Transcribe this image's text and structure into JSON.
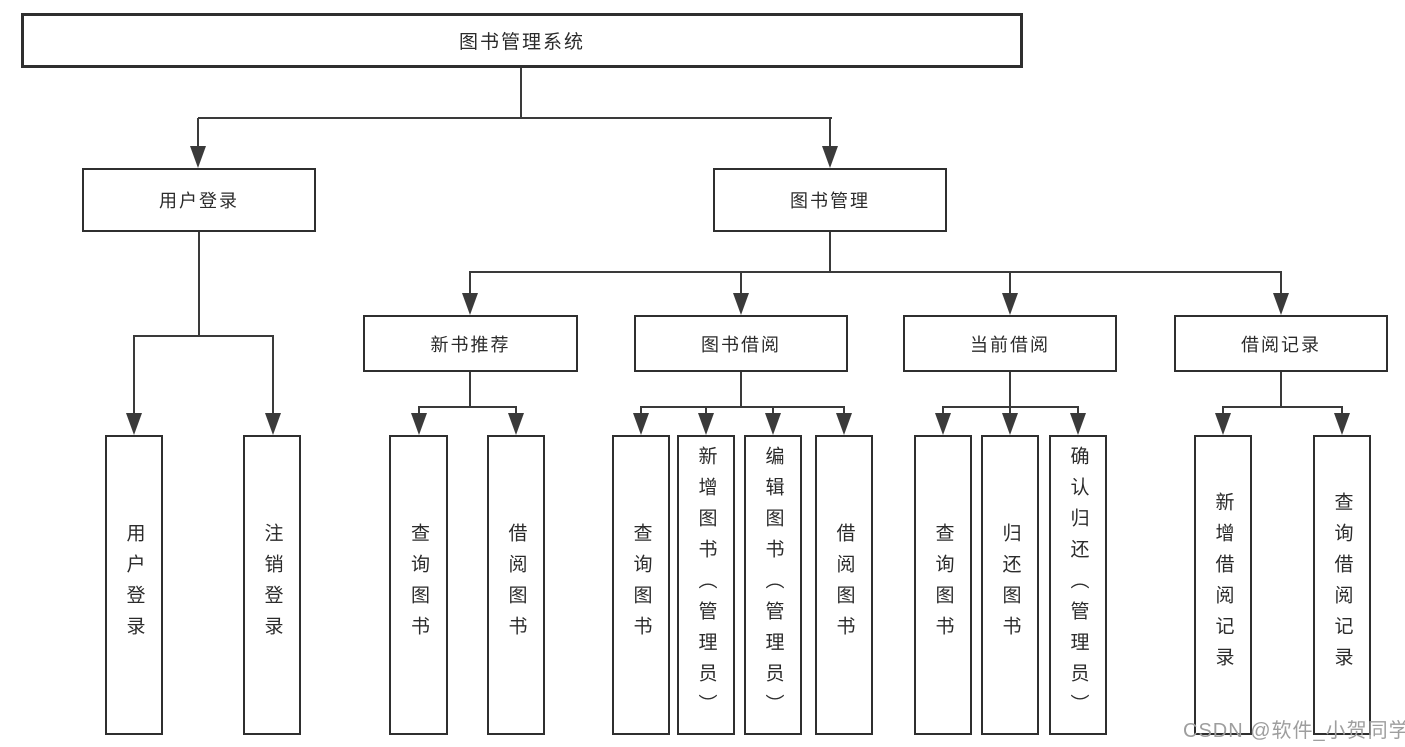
{
  "tree": {
    "root": {
      "label": "图书管理系统",
      "children": [
        {
          "label": "用户登录",
          "children": [
            {
              "label": "用户登录"
            },
            {
              "label": "注销登录"
            }
          ]
        },
        {
          "label": "图书管理",
          "children": [
            {
              "label": "新书推荐",
              "children": [
                {
                  "label": "查询图书"
                },
                {
                  "label": "借阅图书"
                }
              ]
            },
            {
              "label": "图书借阅",
              "children": [
                {
                  "label": "查询图书"
                },
                {
                  "label": "新增图书（管理员）"
                },
                {
                  "label": "编辑图书（管理员）"
                },
                {
                  "label": "借阅图书"
                }
              ]
            },
            {
              "label": "当前借阅",
              "children": [
                {
                  "label": "查询图书"
                },
                {
                  "label": "归还图书"
                },
                {
                  "label": "确认归还（管理员）"
                }
              ]
            },
            {
              "label": "借阅记录",
              "children": [
                {
                  "label": "新增借阅记录"
                },
                {
                  "label": "查询借阅记录"
                }
              ]
            }
          ]
        }
      ]
    }
  },
  "watermark": "CSDN @软件_小贺同学",
  "colors": {
    "line": "#3a3a3a",
    "box_border": "#2f2f2f",
    "text": "#2b2b2b",
    "watermark": "#9e9e9e",
    "background": "#ffffff"
  }
}
